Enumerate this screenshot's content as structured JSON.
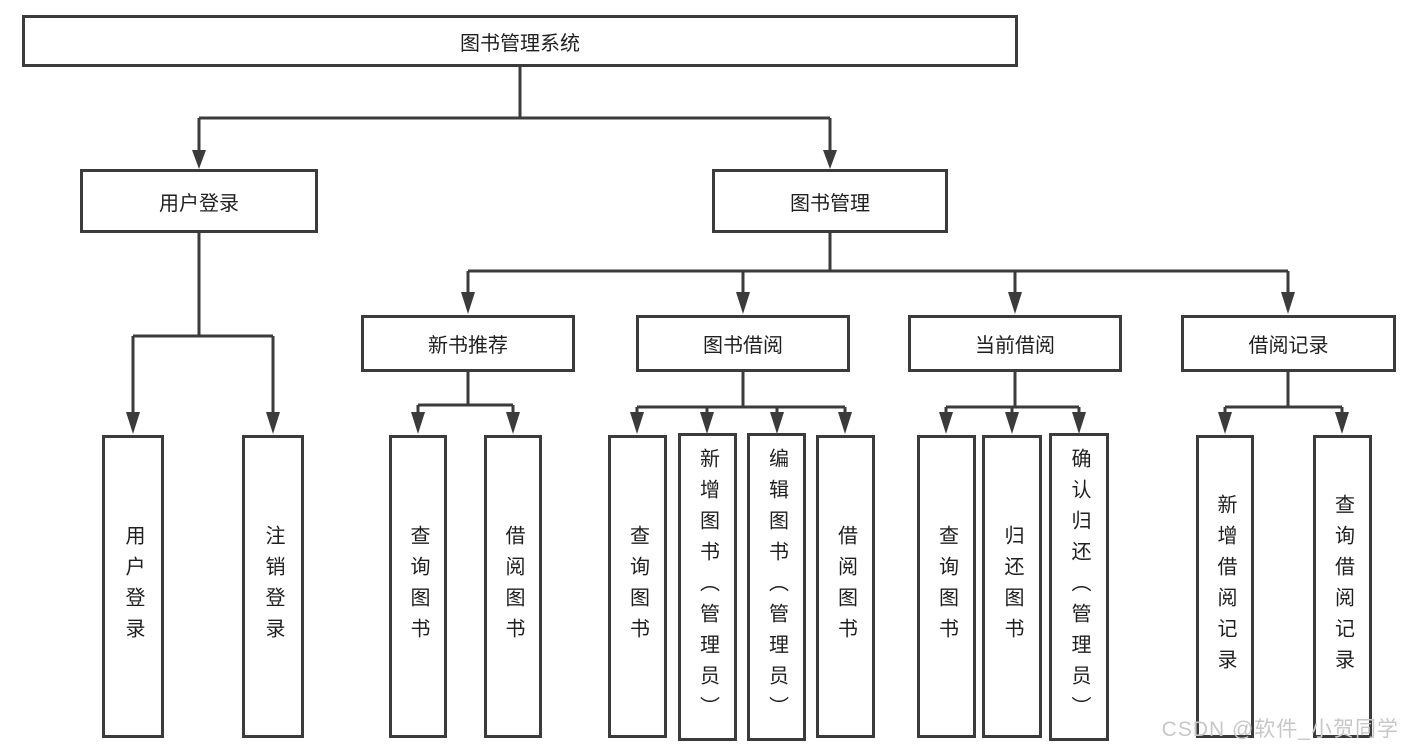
{
  "diagram": {
    "title": "图书管理系统",
    "branches": [
      {
        "label": "用户登录",
        "children": [
          {
            "label": "用户登录"
          },
          {
            "label": "注销登录"
          }
        ]
      },
      {
        "label": "图书管理",
        "children": [
          {
            "label": "新书推荐",
            "children": [
              {
                "label": "查询图书"
              },
              {
                "label": "借阅图书"
              }
            ]
          },
          {
            "label": "图书借阅",
            "children": [
              {
                "label": "查询图书"
              },
              {
                "label": "新增图书（管理员）"
              },
              {
                "label": "编辑图书（管理员）"
              },
              {
                "label": "借阅图书"
              }
            ]
          },
          {
            "label": "当前借阅",
            "children": [
              {
                "label": "查询图书"
              },
              {
                "label": "归还图书"
              },
              {
                "label": "确认归还（管理员）"
              }
            ]
          },
          {
            "label": "借阅记录",
            "children": [
              {
                "label": "新增借阅记录"
              },
              {
                "label": "查询借阅记录"
              }
            ]
          }
        ]
      }
    ]
  },
  "watermark": "CSDN @软件_小贺同学",
  "colors": {
    "line": "#3b3b3b",
    "text": "#1f1f1f",
    "watermark": "#c7c7c7"
  }
}
